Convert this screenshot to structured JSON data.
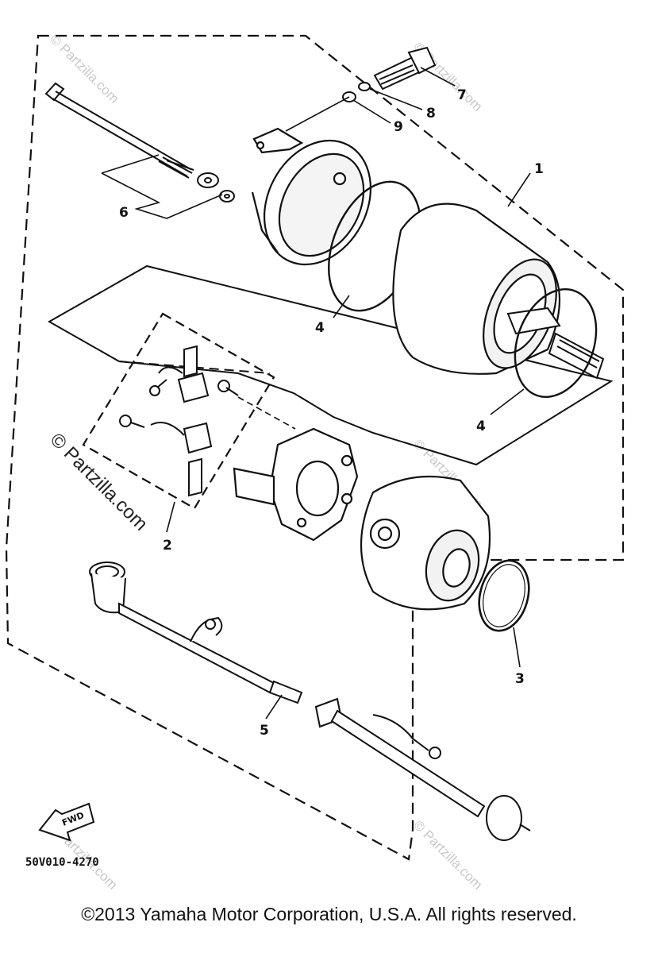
{
  "diagram": {
    "callouts": [
      "1",
      "2",
      "3",
      "4",
      "4",
      "5",
      "6",
      "7",
      "8",
      "9"
    ],
    "fwd_label": "FWD",
    "code": "50V010-4270",
    "watermark_main": "© Partzilla.com",
    "watermark_faint": "© Partzilla.com"
  },
  "footer": {
    "copyright": "©2013 Yamaha Motor Corporation, U.S.A. All rights reserved."
  }
}
